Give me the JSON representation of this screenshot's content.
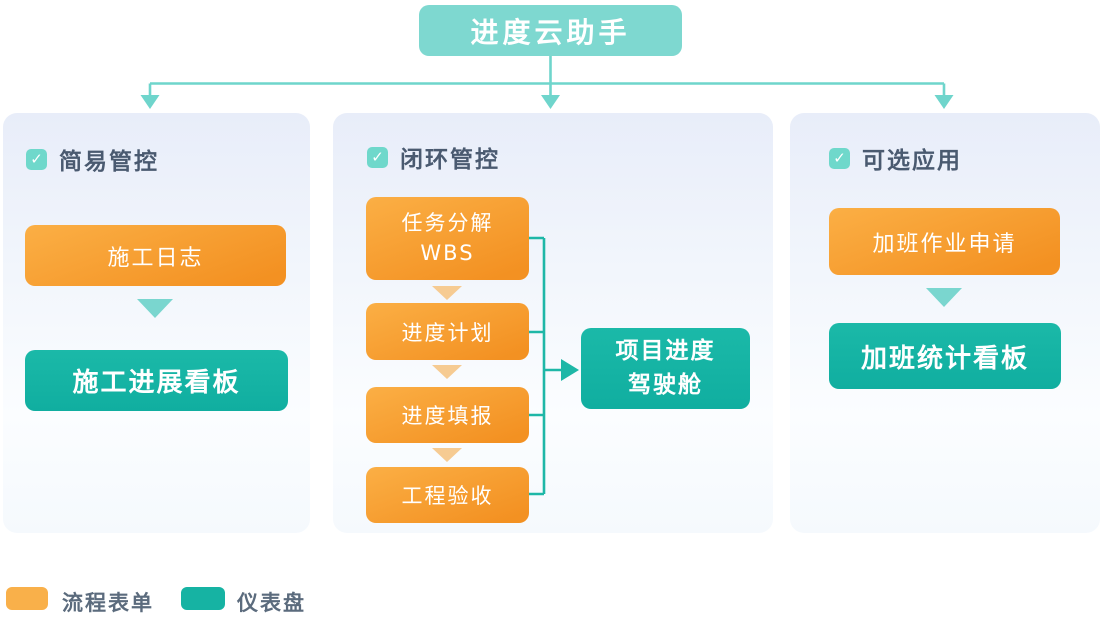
{
  "header": {
    "title": "进度云助手"
  },
  "panels": {
    "simple": {
      "title": "简易管控",
      "form_box": "施工日志",
      "dash_box": "施工进展看板"
    },
    "loop": {
      "title": "闭环管控",
      "steps": [
        "任务分解\nWBS",
        "进度计划",
        "进度填报",
        "工程验收"
      ],
      "target": "项目进度\n驾驶舱"
    },
    "optional": {
      "title": "可选应用",
      "form_box": "加班作业申请",
      "dash_box": "加班统计看板"
    }
  },
  "legend": {
    "form": {
      "label": "流程表单",
      "color": "#F9B04A"
    },
    "dashboard": {
      "label": "仪表盘",
      "color": "#16B3A3"
    }
  },
  "icons": {
    "check": "✓"
  },
  "colors": {
    "header_teal": "#7ED8D0",
    "connector_teal": "#6FD5CC",
    "bracket_teal": "#1EB7A7",
    "form_orange_top": "#FBAF45",
    "form_orange_bottom": "#F39122",
    "dashboard_teal": "#15B3A3",
    "step_arrow_orange": "#F6CB92",
    "panel_bg_top": "#E8EDF9",
    "title_text": "#4A5A70",
    "legend_text": "#5B6B7D"
  }
}
